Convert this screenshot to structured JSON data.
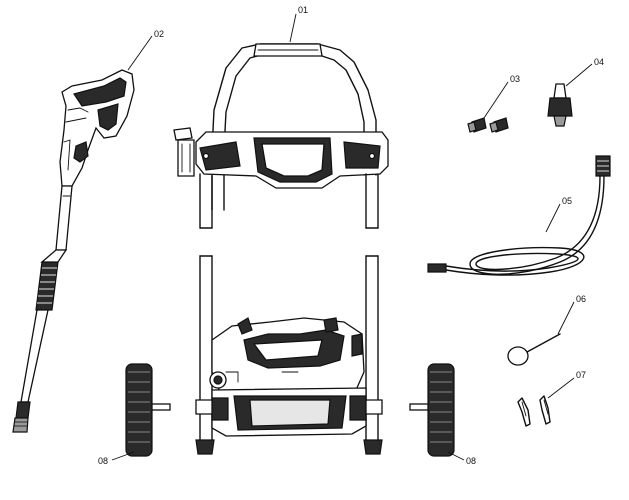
{
  "diagram": {
    "callouts": [
      {
        "id": "handle",
        "label": "01"
      },
      {
        "id": "spray_gun_wand",
        "label": "02"
      },
      {
        "id": "quick_connect_adapters",
        "label": "03"
      },
      {
        "id": "nozzle",
        "label": "04"
      },
      {
        "id": "high_pressure_hose",
        "label": "05"
      },
      {
        "id": "nozzle_cleaning_tool",
        "label": "06"
      },
      {
        "id": "cotter_pins",
        "label": "07"
      },
      {
        "id": "wheel_left",
        "label": "08"
      },
      {
        "id": "wheel_right",
        "label": "08"
      }
    ]
  }
}
